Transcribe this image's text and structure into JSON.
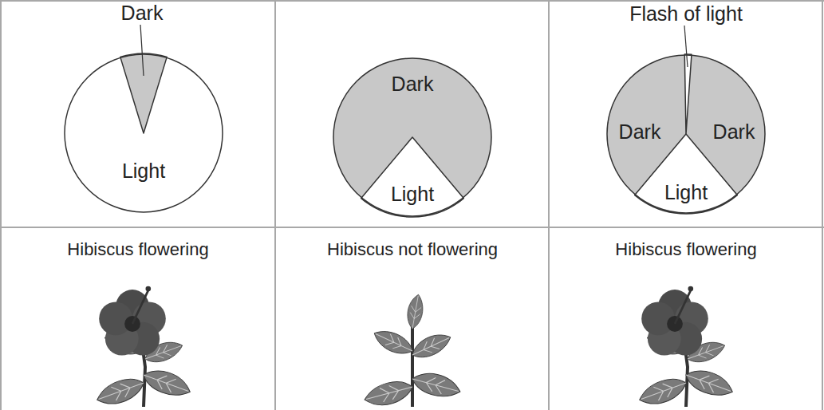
{
  "diagram": {
    "nodes": [
      {
        "text": [
          "Dark",
          "Light"
        ]
      },
      {
        "text": [
          "Dark",
          "Light"
        ]
      },
      {
        "text": [
          "Flash of light",
          "Dark",
          "Dark",
          "Light"
        ]
      }
    ],
    "labels": [
      "Hibiscus flowering",
      "Hibiscus not flowering",
      "Hibiscus flowering"
    ]
  }
}
